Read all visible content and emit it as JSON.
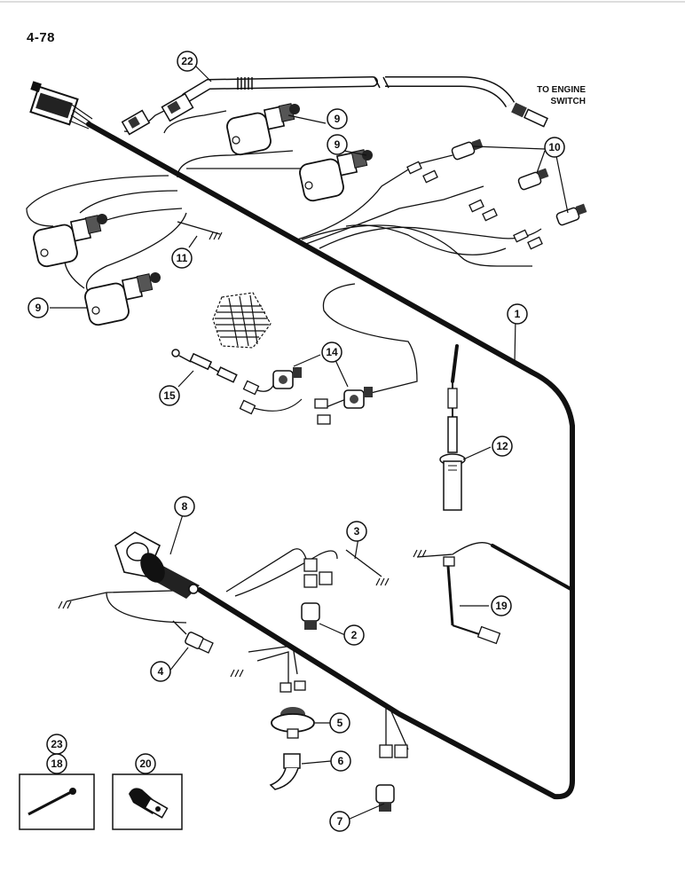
{
  "page_number": "4-78",
  "note": {
    "line1": "TO ENGINE",
    "line2": "SWITCH"
  },
  "callouts": [
    "22",
    "9",
    "9",
    "10",
    "11",
    "9",
    "1",
    "14",
    "15",
    "12",
    "8",
    "3",
    "19",
    "2",
    "4",
    "5",
    "6",
    "7",
    "23",
    "18",
    "20"
  ]
}
